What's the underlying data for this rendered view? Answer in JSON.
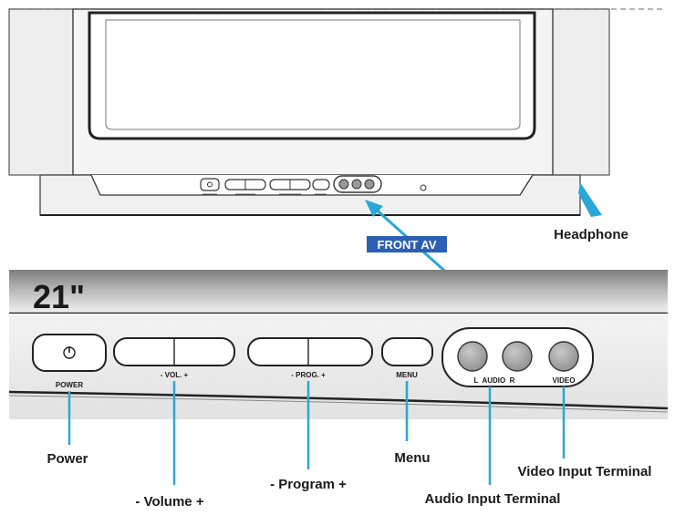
{
  "size_label": "21\"",
  "front_av_label": "FRONT AV",
  "panel_labels": {
    "power": "POWER",
    "volume": "- VOL. +",
    "program": "- PROG. +",
    "menu": "MENU",
    "audio": "L  AUDIO  R",
    "video": "VIDEO"
  },
  "callouts": {
    "headphone": "Headphone",
    "power": "Power",
    "volume": "- Volume +",
    "program": "- Program +",
    "menu": "Menu",
    "audio_input": "Audio Input Terminal",
    "video_input": "Video Input Terminal"
  },
  "icons": {
    "power_button": "power-symbol-icon"
  },
  "colors": {
    "accent": "#2aa7d8",
    "front_av_bg": "#2b5fb3",
    "panel": "#e4e4e4"
  }
}
